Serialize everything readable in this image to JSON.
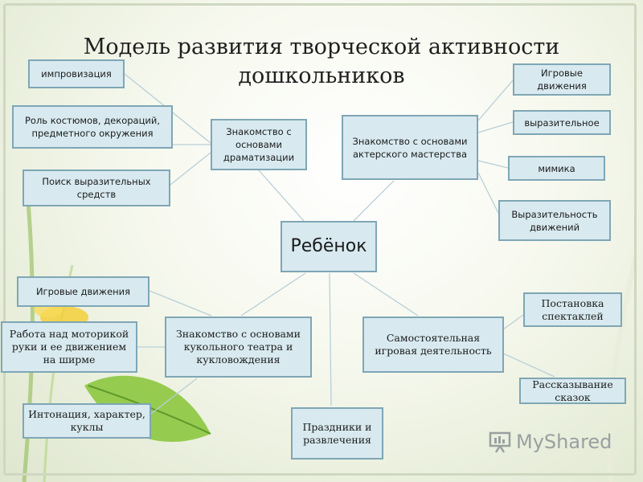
{
  "title": {
    "line1": "Модель развития творческой активности",
    "line2": "дошкольников"
  },
  "center": "Ребёнок",
  "hubs": {
    "dramatization": "Знакомство с основами драматизации",
    "acting": "Знакомство с основами актерского мастерства",
    "puppet": "Знакомство с основами кукольного театра и кукловождения",
    "independent": "Самостоятельная игровая деятельность",
    "holidays": "Праздники и развлечения"
  },
  "leaves": {
    "improvisation": "импровизация",
    "costumes": "Роль костюмов, декораций, предметного окружения",
    "search_means": "Поиск выразительных средств",
    "game_movements_top": "Игровые движения",
    "expressive": "выразительное",
    "mimicry": "мимика",
    "movement_expressiveness": "Выразительность движений",
    "game_movements_left": "Игровые движения",
    "motor_work": "Работа над моторикой руки и ее движением на ширме",
    "intonation": "Интонация, характер, куклы",
    "staging": "Постановка спектаклей",
    "storytelling": "Рассказывание сказок"
  },
  "watermark": "MyShared"
}
